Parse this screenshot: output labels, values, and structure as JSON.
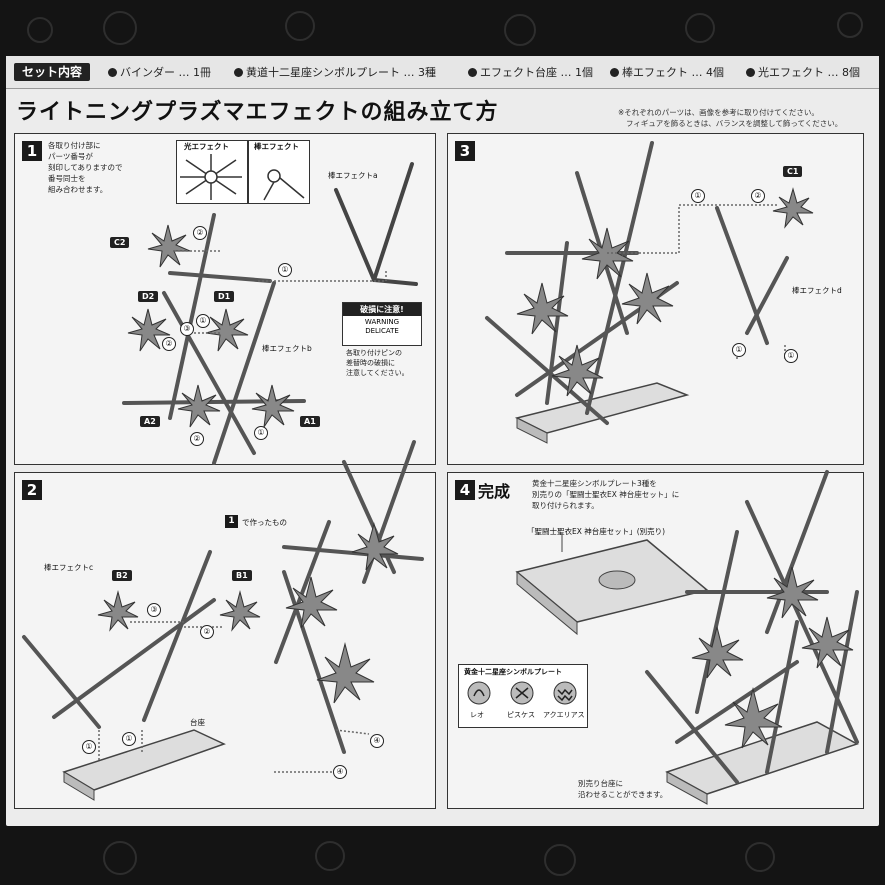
{
  "header": {
    "contents_label": "セット内容",
    "items": [
      "バインダー … 1冊",
      "黄道十二星座シンボルプレート … 3種",
      "エフェクト台座 … 1個",
      "棒エフェクト … 4個",
      "光エフェクト … 8個"
    ]
  },
  "title": "ライトニングプラズマエフェクトの組み立て方",
  "note_lines": [
    "※それぞれのパーツは、画像を参考に取り付けてください。",
    "フィギュアを飾るときは、バランスを調整して飾ってください。"
  ],
  "step1": {
    "number": "1",
    "instruction": [
      "各取り付け部に",
      "パーツ番号が",
      "刻印してありますので",
      "番号同士を",
      "組み合わせます。"
    ],
    "legend_light": "光エフェクト",
    "legend_rod": "棒エフェクト",
    "rod_a_label": "棒エフェクトa",
    "rod_b_label": "棒エフェクトb",
    "warning_title": "破損に注意!",
    "warning_en": [
      "WARNING",
      "DELICATE"
    ],
    "warning_body": [
      "各取り付けピンの",
      "差替時の破損に",
      "注意してください。"
    ],
    "tags": [
      "C2",
      "D2",
      "D1",
      "A2",
      "A1"
    ],
    "nums": [
      "①",
      "②",
      "③"
    ]
  },
  "step2": {
    "number": "2",
    "made_in_1": "で作ったもの",
    "made_in_1_ref": "1",
    "rod_c_label": "棒エフェクトc",
    "base_label": "台座",
    "tags": [
      "B2",
      "B1"
    ],
    "nums": [
      "①",
      "②",
      "③",
      "④"
    ]
  },
  "step3": {
    "number": "3",
    "rod_d_label": "棒エフェクトd",
    "tags": [
      "C1"
    ],
    "nums": [
      "①",
      "②"
    ]
  },
  "step4": {
    "number": "4",
    "title": "完成",
    "text": [
      "黄金十二星座シンボルプレート3種を",
      "別売りの「聖闘士聖衣EX 神台座セット」に",
      "取り付けられます。"
    ],
    "base_set_label": "「聖闘士聖衣EX 神台座セット」(別売り)",
    "plate_title": "黄金十二星座シンボルプレート",
    "plates": [
      "レオ",
      "ピスケス",
      "アクエリアス"
    ],
    "bottom_text": [
      "別売り台座に",
      "沿わせることができます。"
    ]
  },
  "colors": {
    "frame": "#141414",
    "sheet": "#ececec",
    "panel": "#f4f4f4",
    "ink": "#222222"
  }
}
